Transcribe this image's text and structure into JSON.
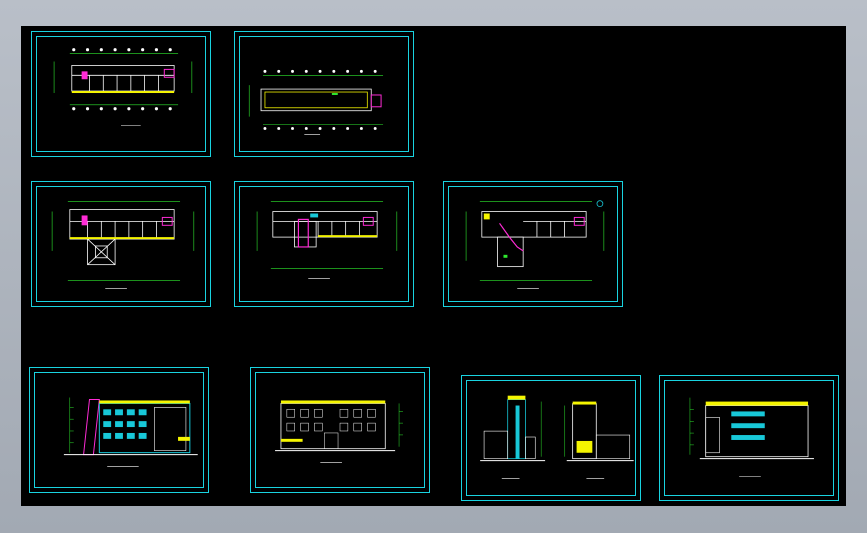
{
  "colors": {
    "background": "#000000",
    "frame": "#19d3e0",
    "wall": "#ffffff",
    "dimension": "#2ee82e",
    "magenta": "#ff2bd6",
    "yellow": "#f5f500",
    "cyan_fill": "#18c8d8"
  },
  "sheets": [
    {
      "name": "floor-plan-1",
      "caption": "",
      "kind": "plan"
    },
    {
      "name": "roof-plan",
      "caption": "",
      "kind": "roof"
    },
    {
      "name": "floor-plan-2",
      "caption": "",
      "kind": "plan-wing"
    },
    {
      "name": "floor-plan-3",
      "caption": "",
      "kind": "plan-wing2"
    },
    {
      "name": "floor-plan-4",
      "caption": "",
      "kind": "plan-L"
    },
    {
      "name": "elevation-1",
      "caption": "",
      "kind": "elev-side"
    },
    {
      "name": "elevation-2",
      "caption": "",
      "kind": "elev-front"
    },
    {
      "name": "section-elevations",
      "caption": "",
      "kind": "elev-pair"
    },
    {
      "name": "elevation-4",
      "caption": "",
      "kind": "elev-rear"
    }
  ]
}
